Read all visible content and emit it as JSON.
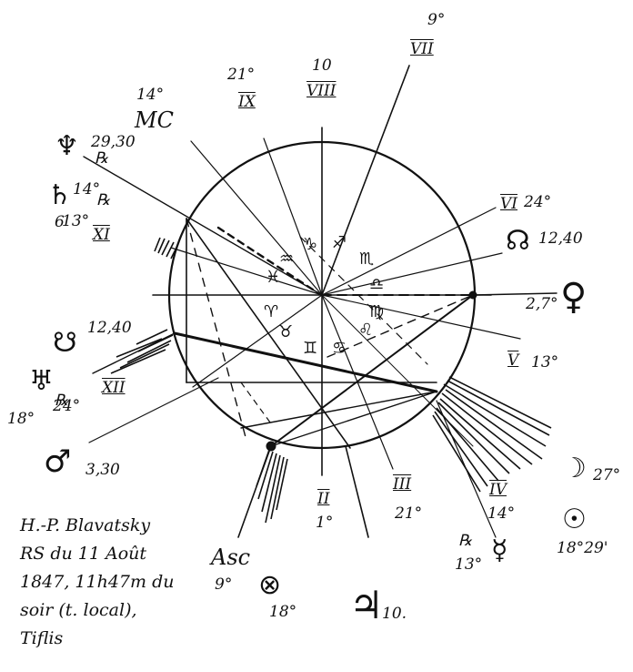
{
  "houses": {
    "h7": {
      "roman": "VII",
      "deg": "9°"
    },
    "h8": {
      "roman": "VIII",
      "deg": "10"
    },
    "h9": {
      "roman": "IX",
      "deg": "21°"
    },
    "h6": {
      "roman": "VI",
      "deg": "24°"
    },
    "h5": {
      "roman": "V",
      "deg": "13°"
    },
    "h4": {
      "roman": "IV",
      "deg": "14°"
    },
    "h3": {
      "roman": "III",
      "deg": "21°"
    },
    "h2": {
      "roman": "II",
      "deg": "1°"
    },
    "h12": {
      "roman": "XII",
      "deg": "24°"
    },
    "h11": {
      "roman": "XI",
      "deg": "13°"
    }
  },
  "angles": {
    "mc_label": "MC",
    "mc_deg": "14°",
    "asc_label": "Asc",
    "asc_deg": "9°"
  },
  "planets": {
    "neptune": {
      "glyph": "♆",
      "deg": "29,30",
      "retro": "℞"
    },
    "saturn": {
      "glyph": "♄",
      "deg": "14°",
      "retro": "℞",
      "extra": "6"
    },
    "north_node": {
      "glyph": "☊",
      "deg": "12,40"
    },
    "venus": {
      "glyph": "♀",
      "deg": "2,7°"
    },
    "south_node": {
      "glyph": "☋",
      "deg": "12,40"
    },
    "uranus": {
      "glyph": "♅",
      "deg": "18°",
      "retro": "℞"
    },
    "mars": {
      "glyph": "♂",
      "deg": "3,30"
    },
    "moon": {
      "glyph": "☽",
      "deg": "27°"
    },
    "sun": {
      "glyph": "☉",
      "deg": "18°29'"
    },
    "mercury": {
      "glyph": "☿",
      "deg": "13°",
      "retro": "℞"
    },
    "jupiter": {
      "glyph": "♃",
      "deg": "10."
    },
    "fortune": {
      "glyph": "⊗",
      "deg": "18°"
    }
  },
  "signs": {
    "capricorn": "♑",
    "sagittarius": "♐",
    "aquarius": "♒",
    "scorpio": "♏",
    "pisces": "♓",
    "libra": "♎",
    "aries": "♈",
    "virgo": "♍",
    "taurus": "♉",
    "gemini": "♊",
    "leo": "♌",
    "cancer": "♋"
  },
  "note": {
    "line1": "H.-P. Blavatsky",
    "line2": "RS du 11 Août",
    "line3": "1847, 11h47m du",
    "line4": "soir (t. local),",
    "line5": "Tiflis"
  }
}
